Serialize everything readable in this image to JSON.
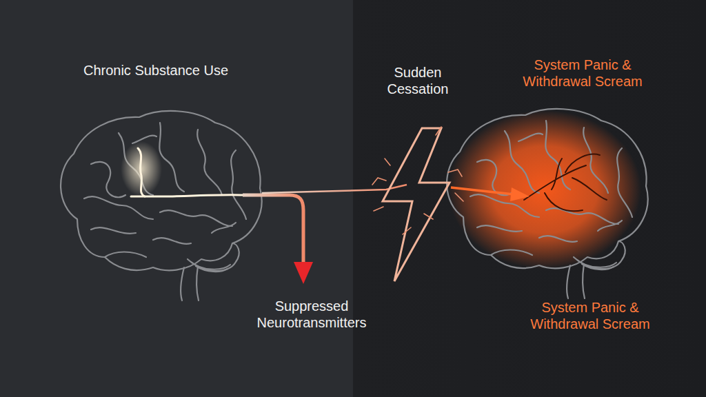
{
  "diagram": {
    "labels": [
      "Chronic Substance Use",
      "Sudden Cessation",
      "System Panic & Withdrawal Scream",
      "Suppressed Neurotransmitters",
      "System Panic & Withdrawal Scream"
    ]
  }
}
